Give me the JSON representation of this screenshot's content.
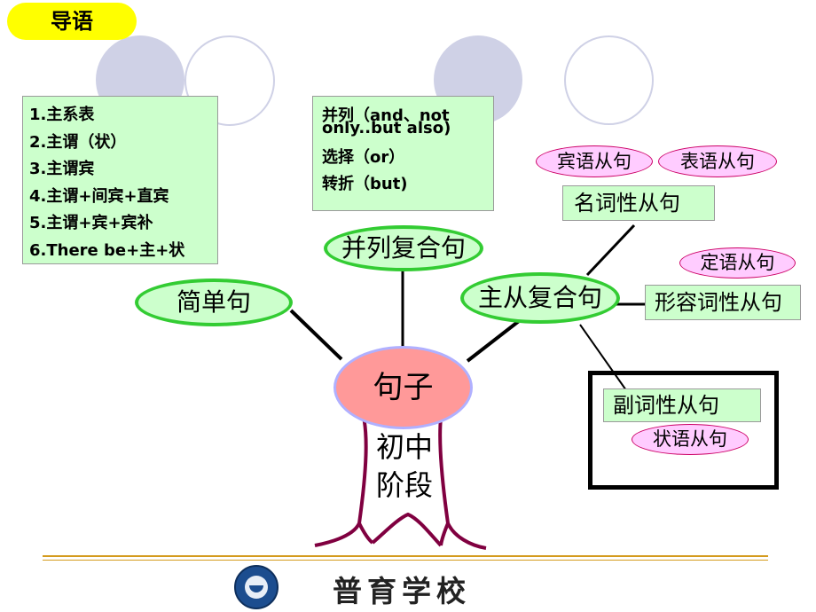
{
  "header": {
    "title": "导语"
  },
  "simple_patterns": {
    "items": [
      "1.主系表",
      "2.主谓（状）",
      "3.主谓宾",
      "4.主谓+间宾+直宾",
      "5.主谓+宾+宾补",
      "6.There be+主+状"
    ]
  },
  "compound_types": {
    "line1": "并列（and、not",
    "line2": "only..but also)",
    "line3": "选择（or）",
    "line4": "转折（but)"
  },
  "tree": {
    "center": "句子",
    "trunk_line1": "初中",
    "trunk_line2": "阶段",
    "simple": "简单句",
    "compound": "并列复合句",
    "complex": "主从复合句"
  },
  "clauses": {
    "nominal": "名词性从句",
    "object": "宾语从句",
    "predicative": "表语从句",
    "adjective": "形容词性从句",
    "attributive": "定语从句",
    "adverbial": "副词性从句",
    "adverbial_sub": "状语从句"
  },
  "footer": {
    "school": "普育学校"
  },
  "colors": {
    "title_bg": "#ffff00",
    "box_bg": "#ccffcc",
    "ellipse_border": "#33cc33",
    "pill_bg": "#ffccff",
    "center_bg": "#ff9999",
    "circle_fill": "#cfd1e6",
    "line_color": "#d49b1e",
    "trunk_color": "#800040"
  }
}
